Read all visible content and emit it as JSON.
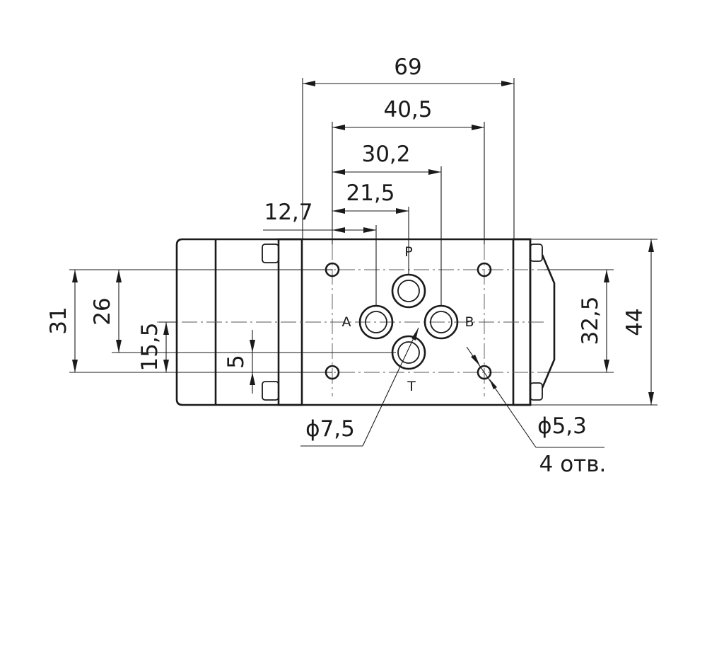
{
  "dimensions": {
    "overall_width": "69",
    "holes_spacing": "40,5",
    "b_offset": "30,2",
    "p_offset": "21,5",
    "a_offset": "12,7",
    "height_31": "31",
    "height_26": "26",
    "height_15_5": "15,5",
    "height_5": "5",
    "height_32_5": "32,5",
    "height_44": "44"
  },
  "ports": {
    "p": "P",
    "a": "A",
    "b": "B",
    "t": "T"
  },
  "callouts": {
    "port_diameter": "ϕ7,5",
    "hole_diameter": "ϕ5,3",
    "hole_count": "4 отв."
  }
}
